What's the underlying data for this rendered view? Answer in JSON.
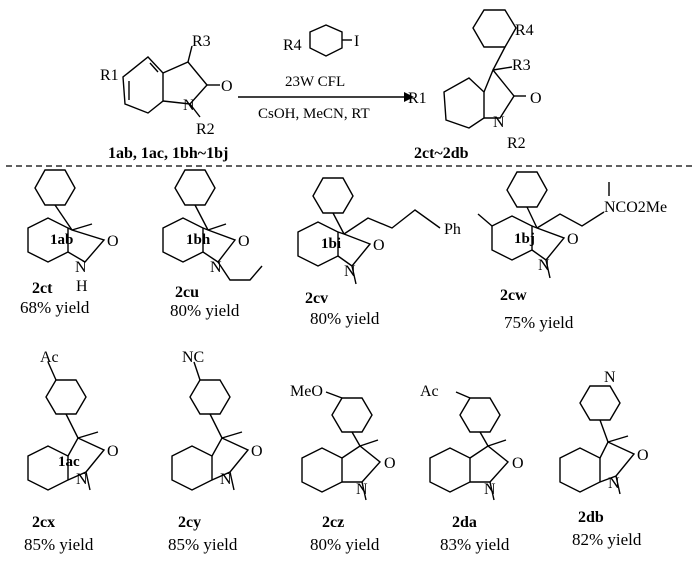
{
  "reaction": {
    "reagent_label": "R4",
    "reagent_atom": "I",
    "condition_top": "23W CFL",
    "condition_bottom": "CsOH, MeCN, RT",
    "sm_labels": {
      "r1": "R1",
      "r2": "R2",
      "r3": "R3",
      "o": "O",
      "n": "N"
    },
    "sm_ids": "1ab, 1ac, 1bh~1bj",
    "prod_labels": {
      "r1": "R1",
      "r2": "R2",
      "r3": "R3",
      "r4": "R4",
      "o": "O",
      "n": "N"
    },
    "prod_ids": "2ct~2db"
  },
  "compounds": [
    {
      "id": "2ct",
      "sm": "1ab",
      "yield": "68% yield",
      "subst": "",
      "n_sub": "H"
    },
    {
      "id": "2cu",
      "sm": "1bh",
      "yield": "80% yield",
      "subst": "",
      "n_sub": "allyl"
    },
    {
      "id": "2cv",
      "sm": "1bi",
      "yield": "80% yield",
      "subst": "Ph",
      "n_sub": "Me"
    },
    {
      "id": "2cw",
      "sm": "1bj",
      "yield": "75% yield",
      "subst": "NCO2Me",
      "n_sub": "Me"
    },
    {
      "id": "2cx",
      "sm": "1ac",
      "yield": "85% yield",
      "subst": "Ac",
      "n_sub": "Me"
    },
    {
      "id": "2cy",
      "sm": "",
      "yield": "85% yield",
      "subst": "NC",
      "n_sub": "Me"
    },
    {
      "id": "2cz",
      "sm": "",
      "yield": "80% yield",
      "subst": "MeO",
      "n_sub": "Me"
    },
    {
      "id": "2da",
      "sm": "",
      "yield": "83% yield",
      "subst": "Ac",
      "n_sub": "Me"
    },
    {
      "id": "2db",
      "sm": "",
      "yield": "82% yield",
      "subst": "N",
      "n_sub": "Me"
    }
  ],
  "atoms": {
    "n": "N",
    "h": "H",
    "o": "O",
    "ph": "Ph"
  }
}
